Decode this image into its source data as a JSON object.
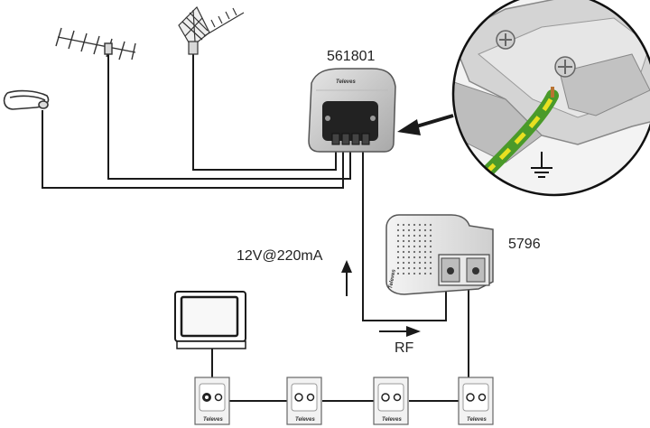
{
  "labels": {
    "amplifier_model": "561801",
    "psu_model": "5796",
    "power_spec": "12V@220mA",
    "rf_label": "RF"
  },
  "brand_text": "Televes",
  "colors": {
    "line": "#1a1a1a",
    "device_body": "#c8c8c8",
    "device_dark": "#222222",
    "ground_wire_green": "#4a9a2a",
    "ground_wire_yellow": "#e8e020",
    "outlet_face": "#f2f2f2"
  },
  "icons": [
    "dish-antenna-icon",
    "yagi-antenna-icon",
    "uhf-antenna-icon",
    "ground-symbol-icon",
    "tv-icon"
  ]
}
